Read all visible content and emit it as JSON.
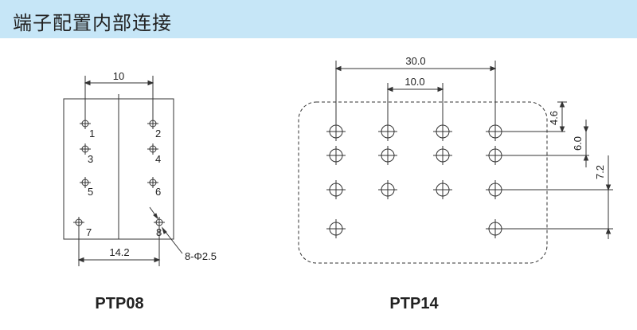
{
  "header": {
    "title": "端子配置内部连接"
  },
  "ptp08": {
    "model_label": "PTP08",
    "dim_top": "10",
    "dim_bottom": "14.2",
    "hole_note": "8-Φ2.5",
    "pins": [
      "1",
      "2",
      "3",
      "4",
      "5",
      "6",
      "7",
      "8"
    ]
  },
  "ptp14": {
    "model_label": "PTP14",
    "dim_top_outer": "30.0",
    "dim_top_inner": "10.0",
    "dim_right_1": "4.6",
    "dim_right_2": "6.0",
    "dim_right_3": "7.2"
  }
}
